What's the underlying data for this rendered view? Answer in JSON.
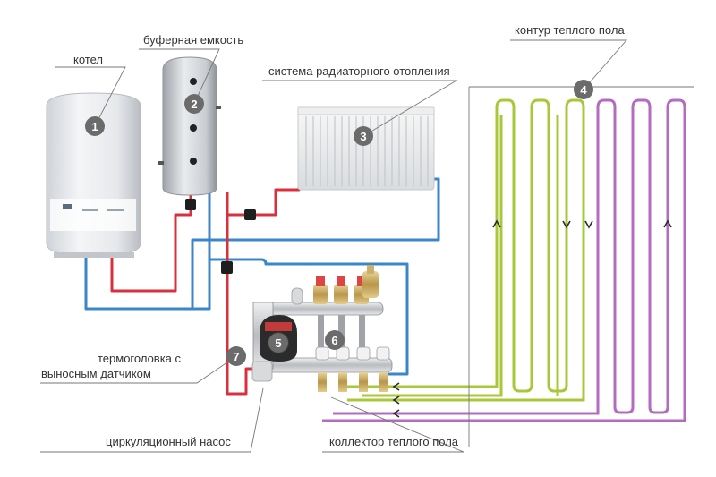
{
  "labels": {
    "boiler": "котел",
    "buffer_tank": "буферная емкость",
    "radiator_system": "система радиаторного отопления",
    "floor_circuit": "контур теплого пола",
    "thermo_head": "термоголовка с\nвыносным датчиком",
    "thermo_head_line1": "термоголовка с",
    "thermo_head_line2": "выносным датчиком",
    "circulation_pump": "циркуляционный насос",
    "floor_manifold": "коллектор теплого пола"
  },
  "markers": [
    "1",
    "2",
    "3",
    "4",
    "5",
    "6",
    "7"
  ],
  "colors": {
    "supply": "#d8303c",
    "return": "#3b86c9",
    "floor_green": "#a8c83a",
    "floor_purple": "#b36cc0",
    "marker": "#6b6b6b",
    "leader": "#777777",
    "text": "#333333"
  },
  "icons": [
    "boiler-icon",
    "buffer-tank-icon",
    "radiator-icon",
    "pump-icon",
    "manifold-icon",
    "thermo-valve-icon"
  ]
}
